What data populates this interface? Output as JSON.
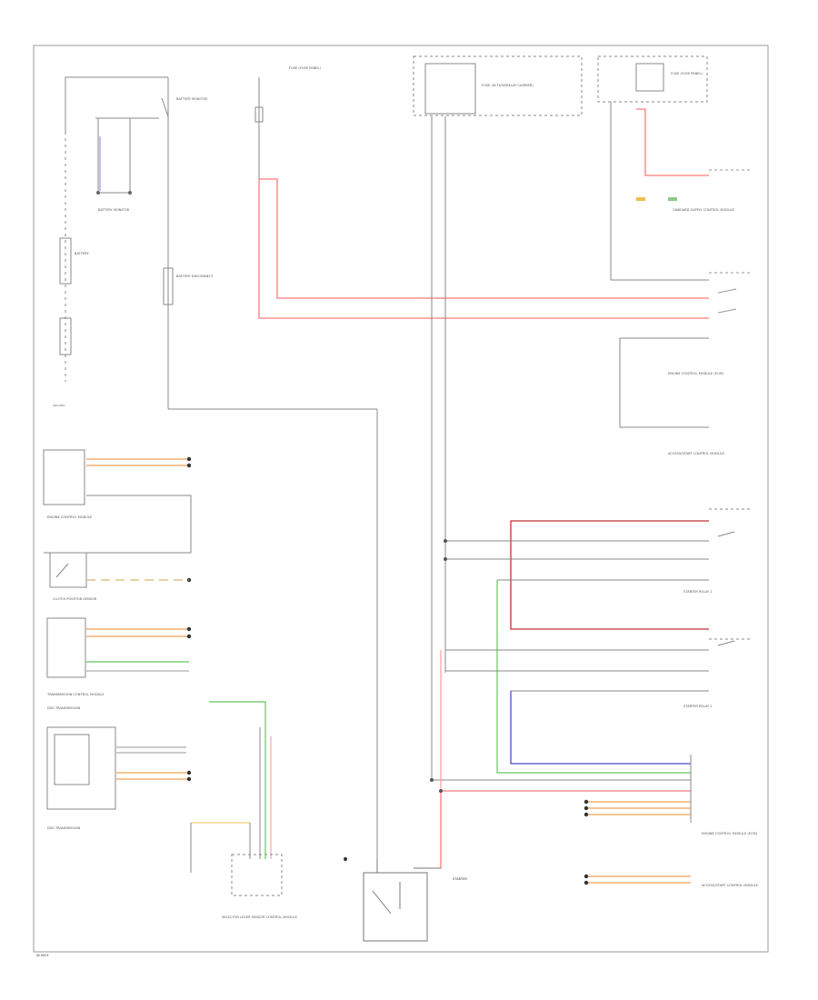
{
  "colors": {
    "red": "#ff7a7a",
    "dark_red": "#c0303a",
    "green": "#5fc85f",
    "blue": "#4a4ac8",
    "orange": "#f0a050",
    "yellow": "#e8c050",
    "frame": "#9a9a9a",
    "wire": "#777777"
  },
  "labels": {
    "battery_monitor": "BATTERY MONITOR",
    "battery": "BATTERY",
    "battery_disconnect": "BATTERY DISCONNECT",
    "fuse_top": "FUSE (FUSE PANEL)",
    "fuse_relay_a": "FUSE (IN FUSE/RELAY CARRIER)",
    "fuse_relay_b": "FUSE (FUSE PANEL)",
    "starter_relay_1": "STARTER RELAY 1",
    "starter_relay_2": "STARTER RELAY 2",
    "engine_control_module": "ENGINE CONTROL MODULE",
    "onboard_supply": "ONBOARD SUPPLY CONTROL MODULE",
    "transmission_control": "TRANSMISSION CONTROL MODULE",
    "tcm_note": "DSG TRANSMISSION",
    "clutch_switch": "CLUTCH POSITION SENSOR",
    "selector_lever": "SELECTOR LEVER SENSOR CONTROL MODULE",
    "starter": "STARTER",
    "ground": "GROUND",
    "ecm_name": "ENGINE CONTROL MODULE (ECM)",
    "access_start": "ACCESS/START CONTROL MODULE",
    "fig_num": "W-0001"
  }
}
